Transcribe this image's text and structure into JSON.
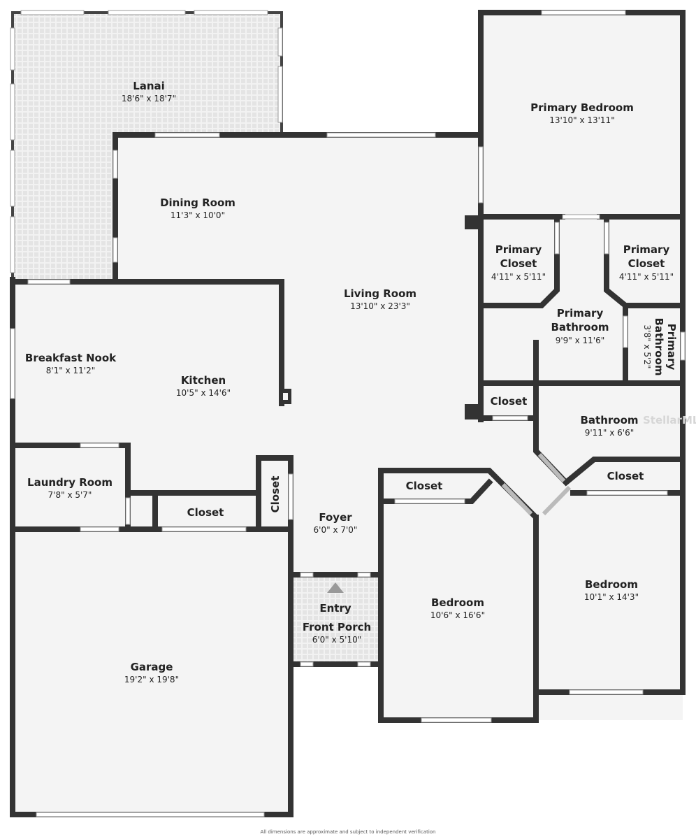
{
  "rooms": {
    "lanai": {
      "name": "Lanai",
      "dims": "18'6\" x 18'7\""
    },
    "primary_bedroom": {
      "name": "Primary Bedroom",
      "dims": "13'10\" x 13'11\""
    },
    "dining_room": {
      "name": "Dining Room",
      "dims": "11'3\" x 10'0\""
    },
    "living_room": {
      "name": "Living Room",
      "dims": "13'10\" x 23'3\""
    },
    "primary_closet_left": {
      "name_1": "Primary",
      "name_2": "Closet",
      "dims": "4'11\" x 5'11\""
    },
    "primary_closet_right": {
      "name_1": "Primary",
      "name_2": "Closet",
      "dims": "4'11\" x 5'11\""
    },
    "primary_bathroom": {
      "name_1": "Primary",
      "name_2": "Bathroom",
      "dims": "9'9\" x 11'6\""
    },
    "primary_bathroom_small": {
      "name_1": "Primary",
      "name_2": "Bathroom",
      "dims": "3'8\" x 5'2\""
    },
    "breakfast_nook": {
      "name": "Breakfast Nook",
      "dims": "8'1\" x 11'2\""
    },
    "kitchen": {
      "name": "Kitchen",
      "dims": "10'5\" x 14'6\""
    },
    "closet_hall": {
      "name": "Closet"
    },
    "bathroom": {
      "name": "Bathroom",
      "dims": "9'11\" x 6'6\""
    },
    "closet_bed_left": {
      "name": "Closet"
    },
    "closet_bed_right": {
      "name": "Closet"
    },
    "laundry_room": {
      "name": "Laundry Room",
      "dims": "7'8\" x 5'7\""
    },
    "closet_laundry": {
      "name": "Closet"
    },
    "closet_vertical": {
      "name": "Closet"
    },
    "foyer": {
      "name": "Foyer",
      "dims": "6'0\" x 7'0\""
    },
    "entry": {
      "name": "Entry"
    },
    "front_porch": {
      "name": "Front Porch",
      "dims": "6'0\" x 5'10\""
    },
    "bedroom_left": {
      "name": "Bedroom",
      "dims": "10'6\" x 16'6\""
    },
    "bedroom_right": {
      "name": "Bedroom",
      "dims": "10'1\" x 14'3\""
    },
    "garage": {
      "name": "Garage",
      "dims": "19'2\" x 19'8\""
    }
  },
  "watermark": "StellarMLS",
  "footer": "All dimensions are approximate and subject to independent verification",
  "colors": {
    "wall": "#333333",
    "floor": "#f4f4f4",
    "tile": "#e6e6e6"
  }
}
